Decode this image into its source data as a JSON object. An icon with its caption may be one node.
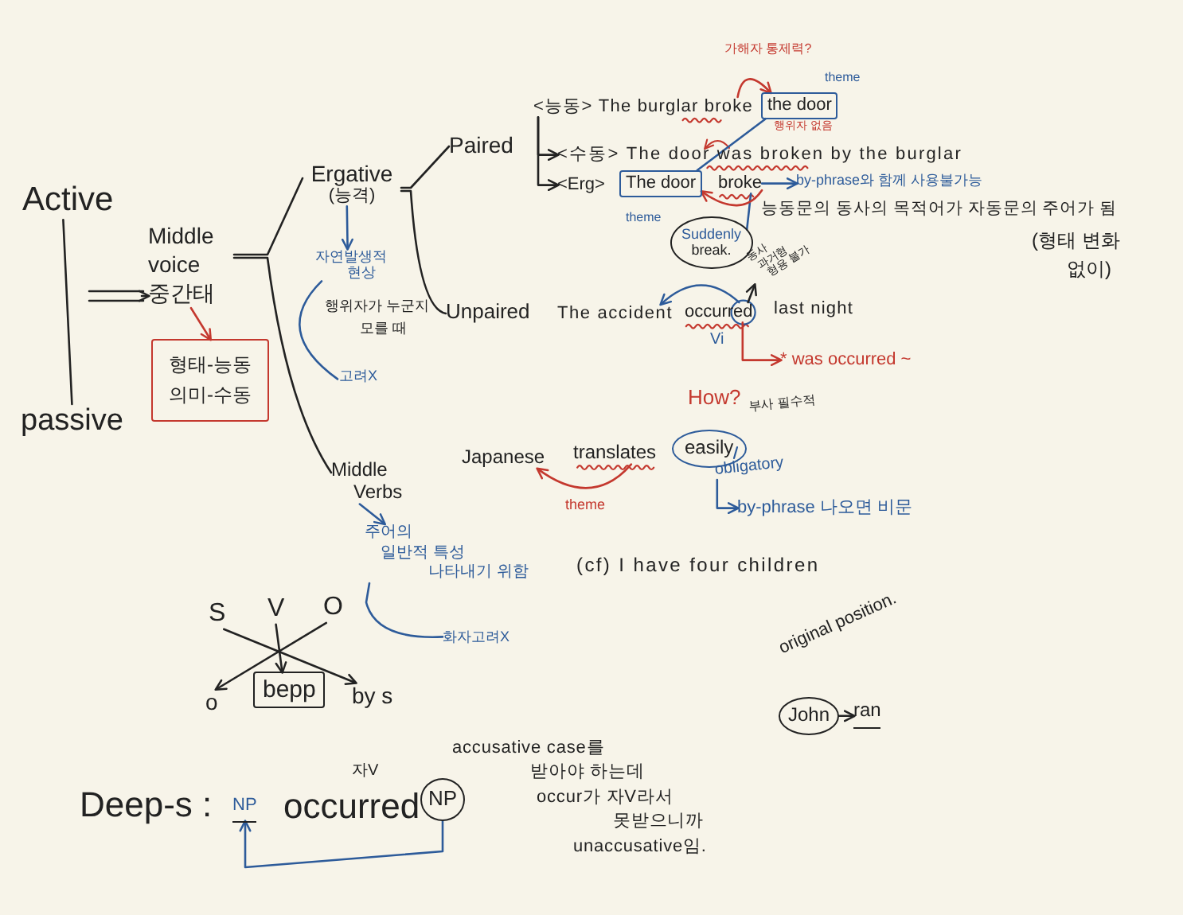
{
  "diagram": {
    "nodes": [
      {
        "text": [
          "Active"
        ]
      },
      {
        "text": [
          "passive"
        ]
      },
      {
        "text": [
          "Middle voice",
          "중간태"
        ]
      },
      {
        "text": [
          "형태-능동 의미-수동"
        ]
      },
      {
        "text": [
          "Ergative",
          "(능격)"
        ]
      },
      {
        "text": [
          "자연발생적 현상"
        ]
      },
      {
        "text": [
          "행위자가 누군지 모를 때"
        ]
      },
      {
        "text": [
          "고려X"
        ]
      },
      {
        "text": [
          "Middle Verbs"
        ]
      },
      {
        "text": [
          "주어의 일반적 특성 나타내기 위함"
        ]
      },
      {
        "text": [
          "화자고려X"
        ]
      },
      {
        "text": [
          "Paired"
        ]
      },
      {
        "text": [
          "Unpaired"
        ]
      },
      {
        "text": [
          "<능동> The burglar broke"
        ]
      },
      {
        "text": [
          "the door"
        ],
        "beside": [
          "theme"
        ]
      },
      {
        "text": [
          "<수동> The door was broken by the burglar"
        ]
      },
      {
        "text": [
          "<Erg>"
        ]
      },
      {
        "text": [
          "The door"
        ],
        "beside": [
          "theme"
        ]
      },
      {
        "text": [
          "broke"
        ]
      },
      {
        "text": [
          "by-phrase와 함께 사용불가능"
        ]
      },
      {
        "text": [
          "Suddenly",
          "break."
        ]
      },
      {
        "text": [
          "The accident"
        ]
      },
      {
        "text": [
          "occurred"
        ],
        "beside": [
          "Vi"
        ]
      },
      {
        "text": [
          "last night"
        ]
      },
      {
        "text": [
          "동사 과거형 형용 불가"
        ]
      },
      {
        "text": [
          "* was occurred ~"
        ]
      },
      {
        "text": [
          "Japanese"
        ]
      },
      {
        "text": [
          "translates"
        ]
      },
      {
        "text": [
          "easily"
        ]
      },
      {
        "text": [
          "obligatory"
        ]
      },
      {
        "text": [
          "by-phrase 나오면 비문"
        ]
      },
      {
        "text": [
          "S"
        ]
      },
      {
        "text": [
          "V"
        ]
      },
      {
        "text": [
          "O"
        ]
      },
      {
        "text": [
          "o"
        ]
      },
      {
        "text": [
          "bepp"
        ]
      },
      {
        "text": [
          "by s"
        ]
      },
      {
        "text": [
          "John"
        ]
      },
      {
        "text": [
          "ran"
        ]
      },
      {
        "text": [
          "NP"
        ]
      },
      {
        "text": [
          "occurred"
        ],
        "beside": [
          "자V"
        ]
      },
      {
        "text": [
          "NP"
        ]
      }
    ],
    "edges": [
      {
        "from": 0,
        "to": 1,
        "arrow": "none"
      },
      {
        "from": null,
        "to": 2,
        "arrow": "to"
      },
      {
        "from": 2,
        "to": 3,
        "arrow": "to",
        "color": "#c4382e"
      },
      {
        "from": 2,
        "to": 4,
        "arrow": "none"
      },
      {
        "from": 2,
        "to": 8,
        "arrow": "none"
      },
      {
        "from": 4,
        "to": 5,
        "arrow": "to",
        "color": "#2d5b9a"
      },
      {
        "from": 4,
        "to": 11,
        "arrow": "none"
      },
      {
        "from": 4,
        "to": 12,
        "arrow": "none"
      },
      {
        "from": 8,
        "to": 9,
        "arrow": "to",
        "color": "#2d5b9a"
      },
      {
        "from": 13,
        "to": 15,
        "arrow": "to"
      },
      {
        "from": 13,
        "to": 16,
        "arrow": "to"
      },
      {
        "from": 14,
        "to": 17,
        "arrow": "none",
        "color": "#2d5b9a"
      },
      {
        "from": 18,
        "to": 19,
        "arrow": "to",
        "color": "#2d5b9a"
      },
      {
        "from": 20,
        "to": 18,
        "arrow": "none",
        "color": "#2d5b9a"
      },
      {
        "from": 22,
        "to": 21,
        "arrow": "to",
        "color": "#2d5b9a"
      },
      {
        "from": 22,
        "to": 24,
        "arrow": "to"
      },
      {
        "from": 22,
        "to": 25,
        "arrow": "to",
        "color": "#c4382e"
      },
      {
        "from": 27,
        "to": 26,
        "arrow": "to",
        "label": "theme",
        "color": "#c4382e"
      },
      {
        "from": 29,
        "to": 30,
        "arrow": "to",
        "color": "#2d5b9a"
      },
      {
        "from": 31,
        "to": 36,
        "arrow": "to"
      },
      {
        "from": 33,
        "to": 34,
        "arrow": "to"
      },
      {
        "from": 32,
        "to": 35,
        "arrow": "to"
      },
      {
        "from": 37,
        "to": 38,
        "arrow": "to"
      },
      {
        "from": 41,
        "to": 39,
        "arrow": "to",
        "color": "#2d5b9a"
      },
      {
        "from": 5,
        "to": 7,
        "arrow": "none",
        "color": "#2d5b9a"
      },
      {
        "from": 9,
        "to": 10,
        "arrow": "none",
        "color": "#2d5b9a"
      },
      {
        "from": 13,
        "to": 14,
        "arrow": "to",
        "color": "#c4382e"
      },
      {
        "from": 18,
        "to": 17,
        "arrow": "to",
        "color": "#c4382e"
      }
    ],
    "labels": [
      "가해자 통제력?",
      "행위자 없음",
      "능동문의 동사의 목적어가 자동문의 주어가 됨",
      "(형태 변화 없이)",
      "How?",
      "부사 필수적",
      "(cf) I have four children",
      "original position.",
      "Deep-s :",
      "accusative case를 받아야 하는데 occur가 자V라서 못받으니까 unaccusative임."
    ]
  }
}
